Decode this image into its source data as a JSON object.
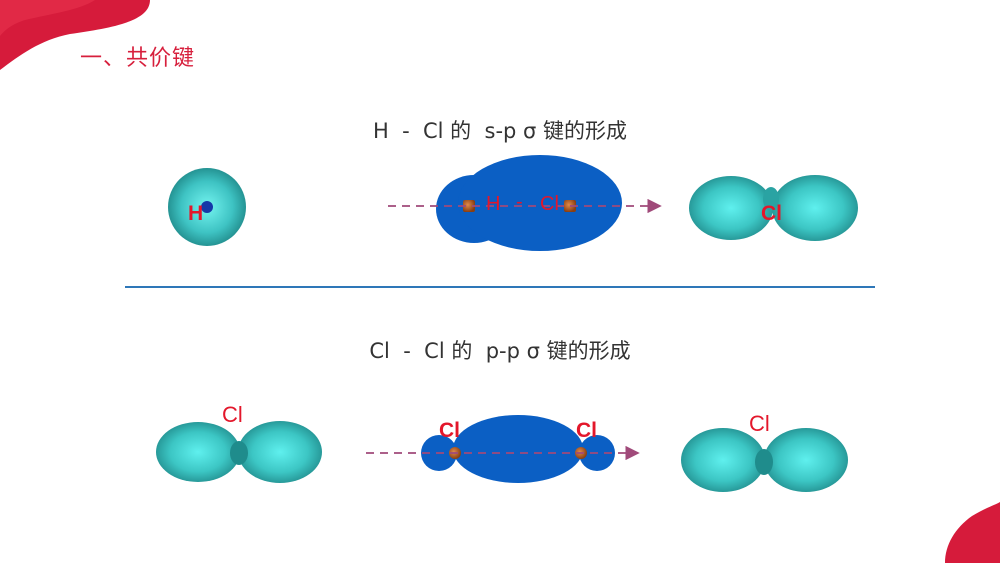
{
  "section_title": "一、共价键",
  "heading_hcl": "H  -  Cl 的  s-p σ 键的形成",
  "heading_clcl": "Cl  -  Cl 的  p-p σ 键的形成",
  "hcl": {
    "h_atom_label": "H",
    "merged_h_label": "H",
    "merged_dash": "-",
    "merged_cl_label": "Cl",
    "result_label": "Cl"
  },
  "clcl": {
    "left_label": "Cl",
    "merged_left_label": "Cl",
    "merged_right_label": "Cl",
    "result_label": "Cl"
  },
  "colors": {
    "accent": "#d71f3c",
    "orbital_blue": "#0b5fc4",
    "orbital_teal": "#3fd0d0",
    "arrow": "#a04a7a",
    "divider": "#2e77b8"
  }
}
